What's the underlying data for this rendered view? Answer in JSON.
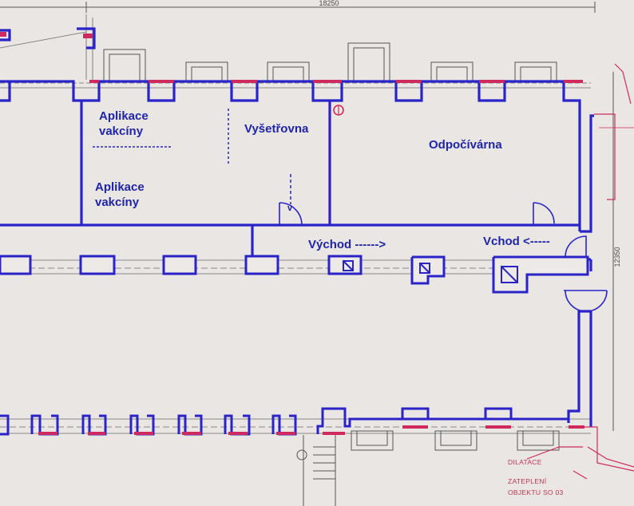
{
  "dimensions": {
    "top": "18250",
    "right": "12350"
  },
  "rooms": {
    "vaccination_upper_line1": "Aplikace",
    "vaccination_upper_line2": "vakcíny",
    "vaccination_lower_line1": "Aplikace",
    "vaccination_lower_line2": "vakcíny",
    "examination": "Vyšetřovna",
    "rest_room": "Odpočívárna"
  },
  "arrows": {
    "exit": "Východ ------>",
    "entrance": "Vchod <-----",
    "door_mark": "v"
  },
  "notes": {
    "dilatation": "DILATACE",
    "insulation_line1": "ZATEPLENÍ",
    "insulation_line2": "OBJEKTU SO 03"
  },
  "colors": {
    "wall": "#2a24c8",
    "grid_line": "#6a6a6a",
    "accent": "#cf2a60",
    "label": "#1f25a8",
    "background": "#e9e6e3"
  }
}
